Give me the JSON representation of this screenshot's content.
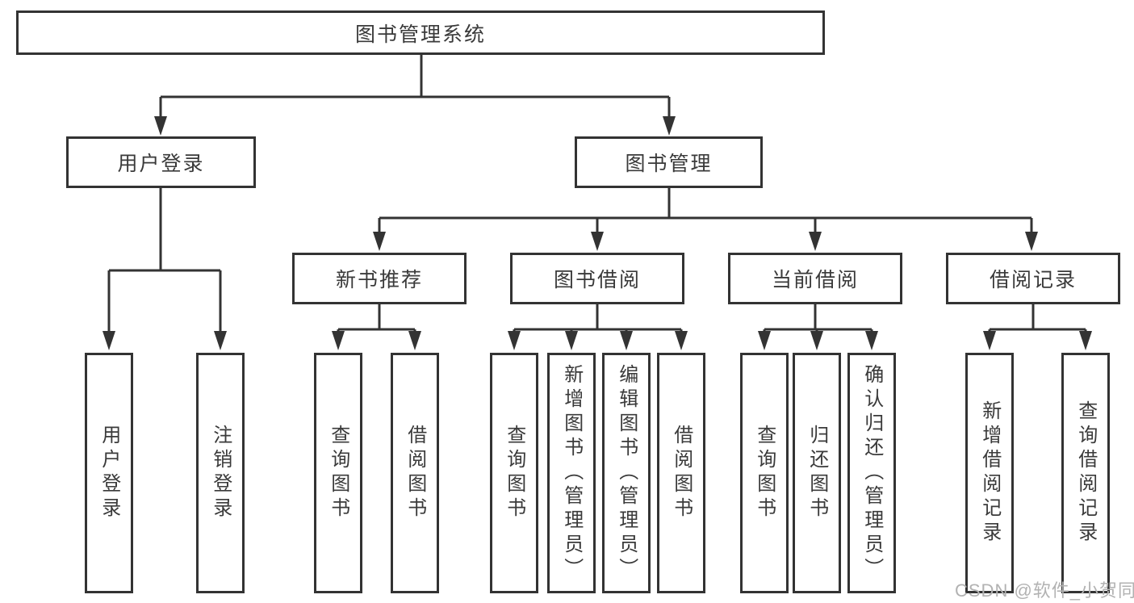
{
  "diagram": {
    "root": "图书管理系统",
    "level2": {
      "user_login": "用户登录",
      "book_mgmt": "图书管理"
    },
    "level3": {
      "new_books": "新书推荐",
      "borrowing": "图书借阅",
      "current": "当前借阅",
      "records": "借阅记录"
    },
    "leaves": {
      "user_login": "用户登录",
      "logout": "注销登录",
      "nb_query": "查询图书",
      "nb_borrow": "借阅图书",
      "bb_query": "查询图书",
      "bb_add_admin": "新增图书（管理员）",
      "bb_edit_admin": "编辑图书（管理员）",
      "bb_borrow": "借阅图书",
      "cb_query": "查询图书",
      "cb_return": "归还图书",
      "cb_confirm_admin": "确认归还（管理员）",
      "rec_add": "新增借阅记录",
      "rec_query": "查询借阅记录"
    }
  },
  "watermark": "CSDN @软件_小贺同学",
  "colors": {
    "line": "#333333",
    "text": "#3a3a3a",
    "watermark": "#b2b2b2",
    "background": "#ffffff"
  }
}
